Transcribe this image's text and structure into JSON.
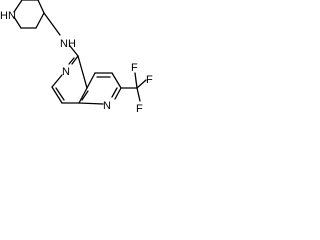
{
  "molecule": {
    "labels": {
      "piperidine_nh": "HN",
      "amine_nh": "NH",
      "ring_n_upper": "N",
      "ring_n_lower": "N",
      "f_top": "F",
      "f_right": "F",
      "f_bottom": "F"
    },
    "colors": {
      "ink": "#000000",
      "background": "#ffffff"
    }
  }
}
